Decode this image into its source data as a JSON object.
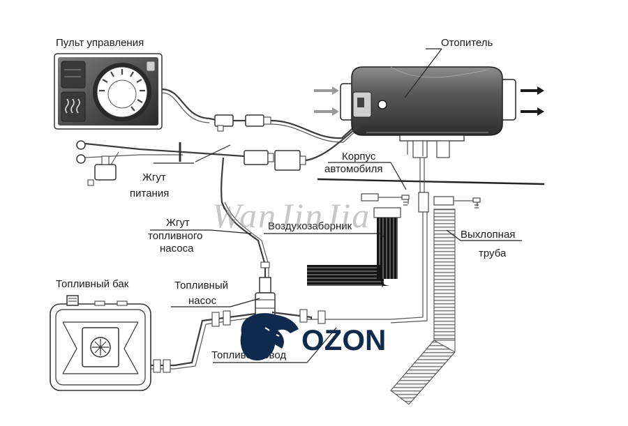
{
  "labels": {
    "control_panel": "Пульт управления",
    "heater": "Отопитель",
    "power_harness_1": "Жгут",
    "power_harness_2": "питания",
    "car_body_1": "Корпус",
    "car_body_2": "автомобиля",
    "fuel_pump_harness_1": "Жгут",
    "fuel_pump_harness_2": "топливного",
    "fuel_pump_harness_3": "насоса",
    "air_intake": "Воздухозаборник",
    "exhaust_1": "Выхлопная",
    "exhaust_2": "труба",
    "fuel_tank": "Топливный бак",
    "fuel_pump_1": "Топливный",
    "fuel_pump_2": "насос",
    "fuel_line": "Топливопровод"
  },
  "watermark": {
    "text": "WanJinJia",
    "brand": "OZON"
  },
  "colors": {
    "line": "#222222",
    "device": "#4a4a4a",
    "corrugated": "#1a1a1a",
    "brand": "#0f2a4c"
  }
}
